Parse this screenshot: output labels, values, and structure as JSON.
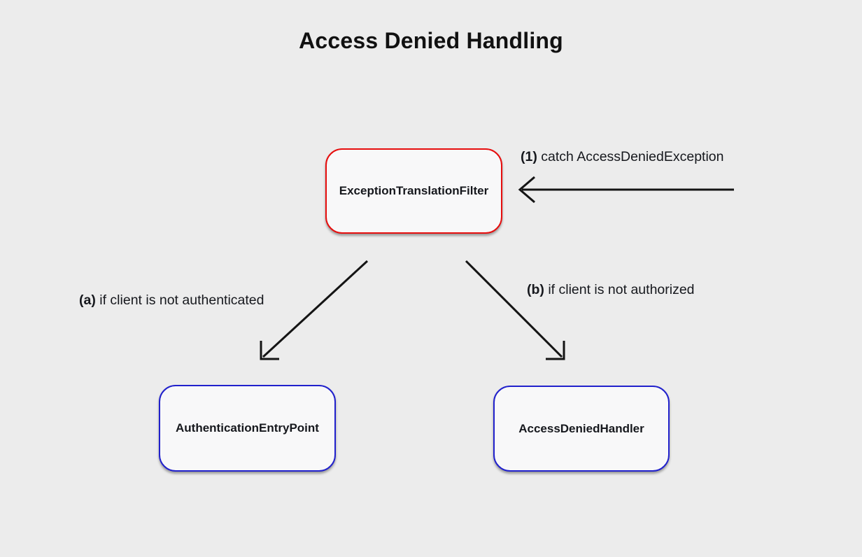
{
  "title": "Access Denied Handling",
  "nodes": {
    "filter": {
      "label": "ExceptionTranslationFilter"
    },
    "entrypoint": {
      "label": "AuthenticationEntryPoint"
    },
    "handler": {
      "label": "AccessDeniedHandler"
    }
  },
  "edges": {
    "catch": {
      "prefix": "(1)",
      "text": " catch AccessDeniedException"
    },
    "a": {
      "prefix": "(a)",
      "text": " if client is not authenticated"
    },
    "b": {
      "prefix": "(b)",
      "text": " if client is not authorized"
    }
  },
  "colors": {
    "background": "#ececec",
    "node_fill": "#f8f8f9",
    "filter_border": "#e60d0d",
    "target_border": "#2121cc",
    "arrow": "#141414",
    "text": "#16181d"
  }
}
